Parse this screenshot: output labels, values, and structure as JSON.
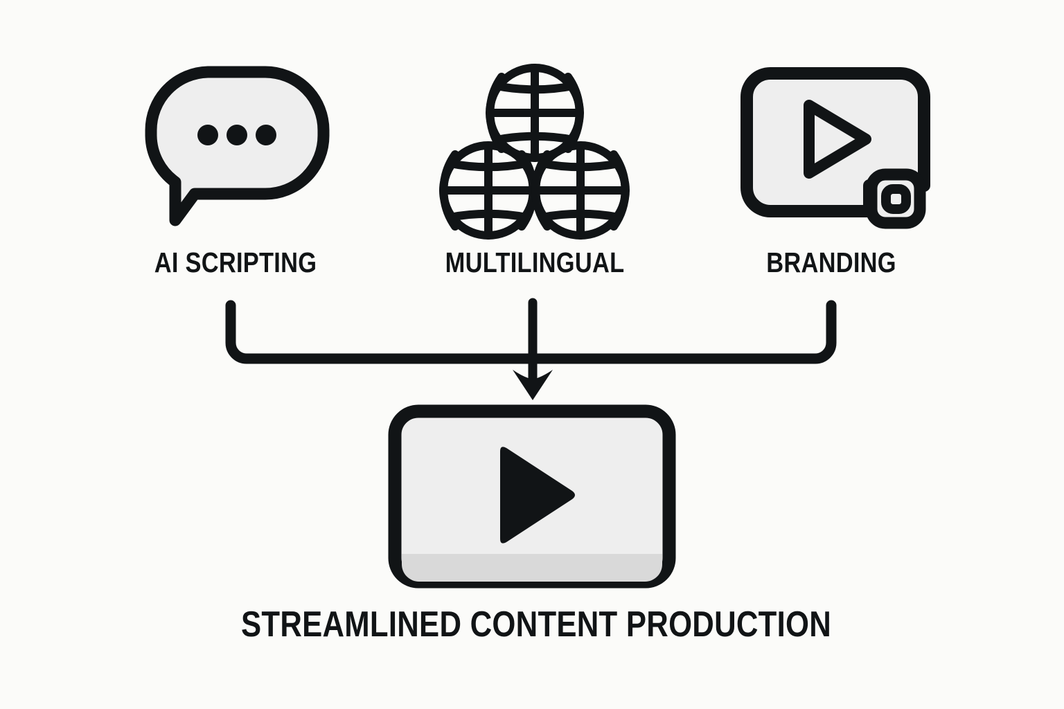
{
  "diagram": {
    "title": "Streamlined Content Production",
    "background_color": "#fbfbf9",
    "ink_color": "#111416",
    "fill_color": "#eeeeee",
    "bar_color": "#d9d9d9",
    "features": [
      {
        "id": "ai-scripting",
        "label": "AI SCRIPTING",
        "icon": "speech-bubble-ellipsis-icon"
      },
      {
        "id": "multilingual",
        "label": "MULTILINGUAL",
        "icon": "three-globes-icon"
      },
      {
        "id": "branding",
        "label": "BRANDING",
        "icon": "video-frame-play-badge-icon"
      }
    ],
    "connector": {
      "type": "merge-bracket-arrow",
      "arrow_direction": "down"
    },
    "outcome": {
      "label": "STREAMLINED CONTENT PRODUCTION",
      "icon": "video-player-play-icon"
    }
  }
}
